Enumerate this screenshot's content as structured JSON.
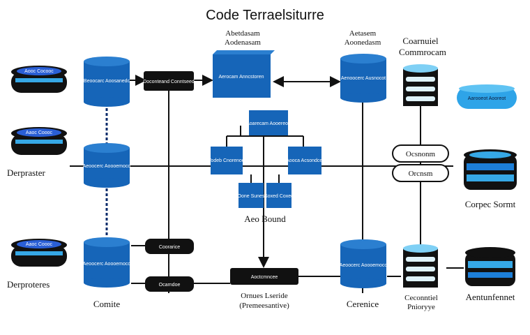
{
  "title": "Code Terraelsiturre",
  "labels": {
    "top_box_label_1": "Abetdasam",
    "top_box_label_2": "Aodenasam",
    "top_right_label_1": "Aetasem",
    "top_right_label_2": "Aoonedasm",
    "conrol_1": "Coarnuiel",
    "conrol_2": "Commrocam",
    "left_depaster": "Derpraster",
    "left_depreteres": "Derproteres",
    "bottom_left_cap": "Comite",
    "bottom_right_cap": "Cerenice",
    "center_cap": "Aeo Bound",
    "bottom_center_1": "Ornues Lseride",
    "bottom_center_2": "(Premeesantive)",
    "right_cap": "Corpec Sormt",
    "bottom_far_right": "Aentunfennet",
    "bottom_right_cyl_1": "Ceconntiel",
    "bottom_right_cyl_2": "Pnioryye",
    "pill_1": "Ocsnonm",
    "pill_2": "Orcnsm",
    "black_top": "Doconteand Conntseed",
    "black_bottom_1": "Coorarice",
    "black_bottom_2": "Ocarndoe",
    "black_center": "Aoctcmncee",
    "box_top_center": "Aerocam Anncstoren",
    "box_center": "Aoarecam Aooereon",
    "box_left": "Vodeb Cnorenocl",
    "box_right": "Aooca Acsondcel",
    "box_small_1": "Oone Sunes",
    "box_small_2": "Soxed Coxed",
    "disk_top_left": "Aooc Cocooc",
    "disk_mid_left": "Aaoc Coooc",
    "disk_bottom_left": "Aaoc Coooc",
    "pill_blue": "Aarooeot Aooreot",
    "cyl_left_top": "Beoocarc Aoosanedc",
    "cyl_left_mid": "Aeoocerc Aoooemoco",
    "cyl_left_bottom": "Aeoocerc Aoooemoco",
    "cyl_right_top": "Aenoocerc Ausnocot",
    "cyl_right_bottom": "Aeoocerc Aoooemoco"
  },
  "colors": {
    "blue": "#1665b8",
    "blue_dark": "#0b3f7d",
    "cyan": "#36a8e6",
    "black": "#111111"
  }
}
